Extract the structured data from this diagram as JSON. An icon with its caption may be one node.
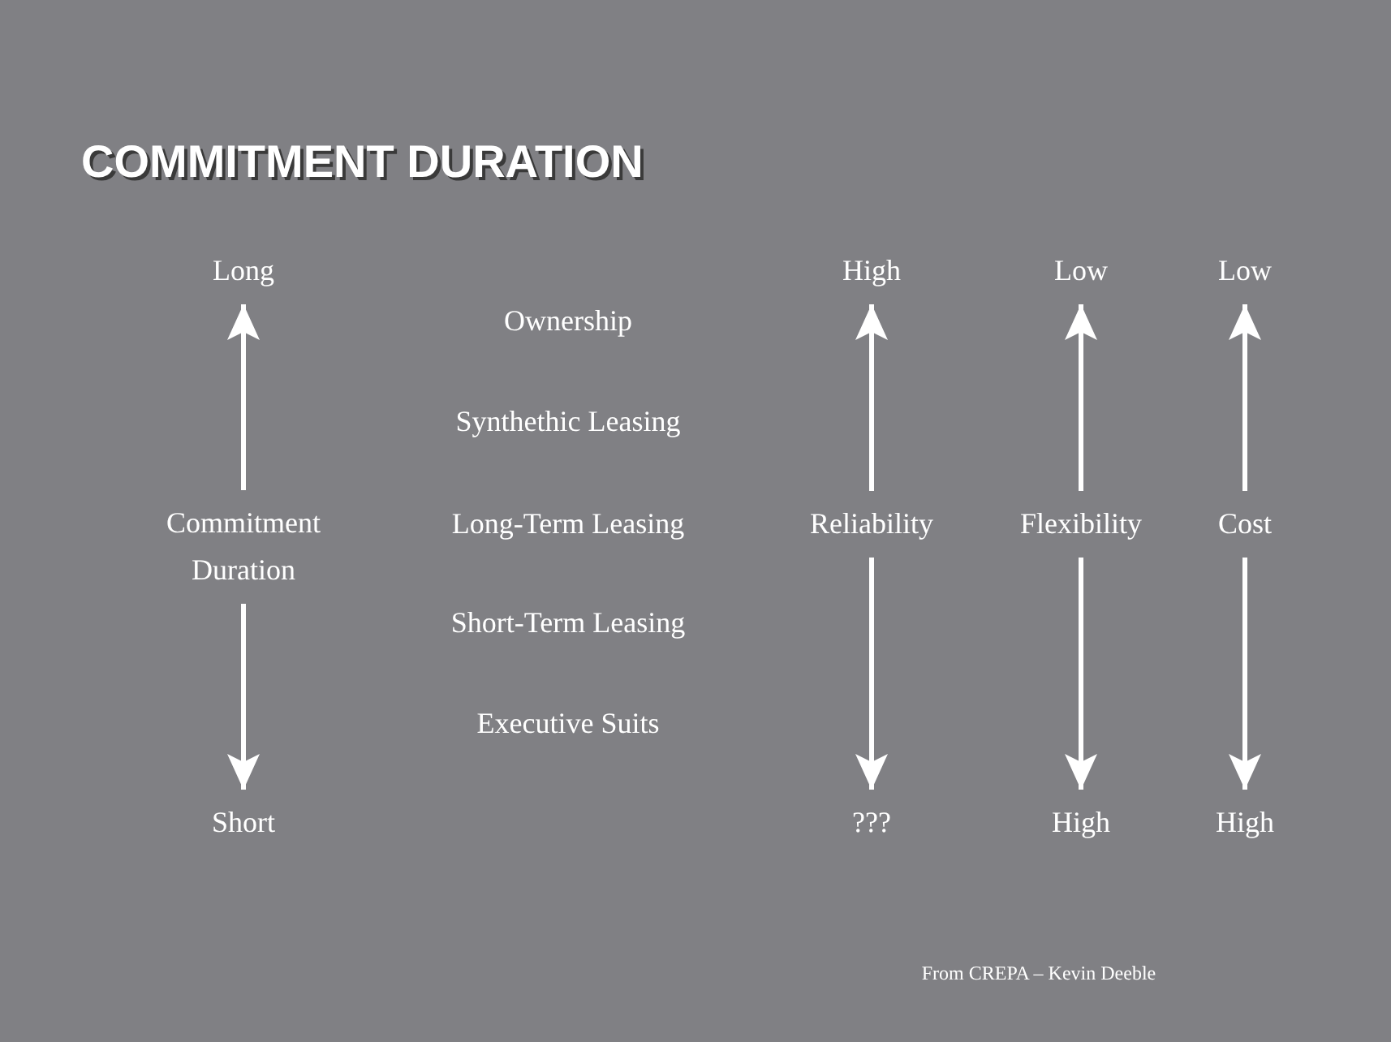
{
  "diagram": {
    "title": "COMMITMENT DURATION",
    "nodes": [
      {
        "text": [
          "Long"
        ]
      },
      {
        "text": [
          "High"
        ]
      },
      {
        "text": [
          "Low"
        ]
      },
      {
        "text": [
          "Low"
        ]
      },
      {
        "text": [
          "Commitment Duration"
        ]
      },
      {
        "text": [
          "Reliability"
        ]
      },
      {
        "text": [
          "Flexibility"
        ]
      },
      {
        "text": [
          "Cost"
        ]
      },
      {
        "text": [
          "Short"
        ]
      },
      {
        "text": [
          "???"
        ]
      },
      {
        "text": [
          "High"
        ]
      },
      {
        "text": [
          "High"
        ]
      }
    ],
    "edges": [
      {
        "from": 4,
        "to": 0,
        "arrow": "to"
      },
      {
        "from": 4,
        "to": 8,
        "arrow": "to"
      },
      {
        "from": 5,
        "to": 1,
        "arrow": "to"
      },
      {
        "from": 5,
        "to": 9,
        "arrow": "to"
      },
      {
        "from": 6,
        "to": 2,
        "arrow": "to"
      },
      {
        "from": 6,
        "to": 10,
        "arrow": "to"
      },
      {
        "from": 7,
        "to": 3,
        "arrow": "to"
      },
      {
        "from": 7,
        "to": 11,
        "arrow": "to"
      }
    ],
    "labels": [
      "Ownership",
      "Synthethic Leasing",
      "Long-Term Leasing",
      "Short-Term Leasing",
      "Executive Suits",
      "From CREPA – Kevin Deeble"
    ]
  }
}
